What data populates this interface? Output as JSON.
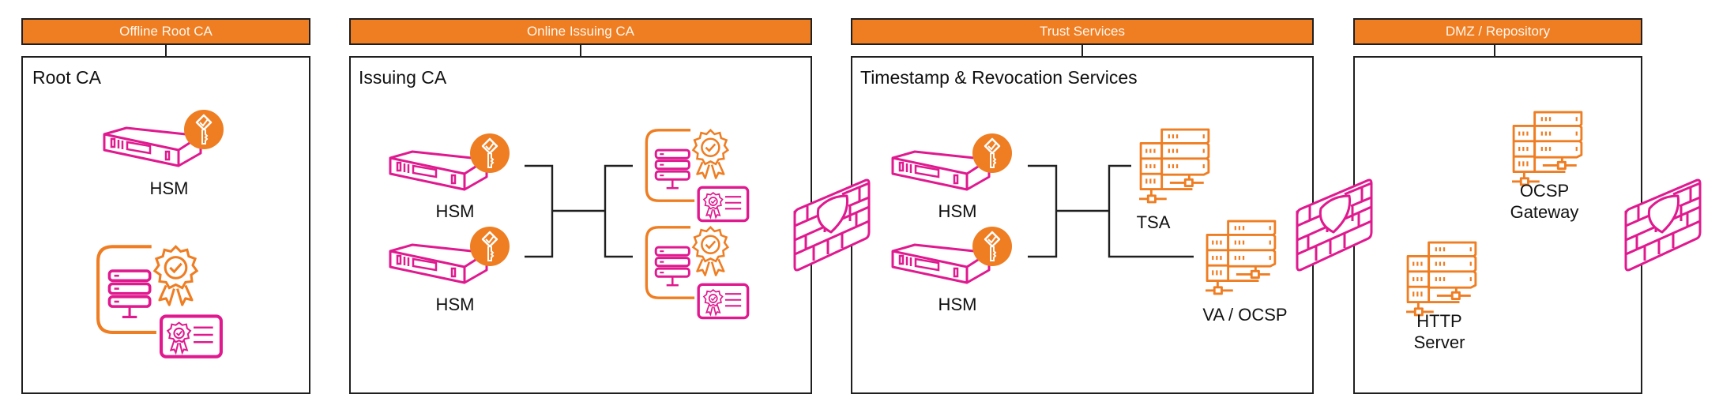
{
  "colors": {
    "header_fill": "#ef7d22",
    "accent_orange": "#ef7d22",
    "accent_magenta": "#e0198f",
    "line": "#1f1f1f"
  },
  "zones": [
    {
      "header": "Offline Root CA",
      "title": "Root CA",
      "nodes": [
        {
          "label": "HSM",
          "icon": "hsm-key-icon"
        },
        {
          "label": "",
          "icon": "certificate-authority-icon"
        }
      ]
    },
    {
      "header": "Online Issuing CA",
      "title": "Issuing CA",
      "nodes": [
        {
          "label": "HSM",
          "icon": "hsm-key-icon"
        },
        {
          "label": "HSM",
          "icon": "hsm-key-icon"
        },
        {
          "label": "",
          "icon": "certificate-authority-icon"
        },
        {
          "label": "",
          "icon": "certificate-authority-icon"
        }
      ]
    },
    {
      "header": "Trust Services",
      "title": "Timestamp & Revocation Services",
      "nodes": [
        {
          "label": "HSM",
          "icon": "hsm-key-icon"
        },
        {
          "label": "HSM",
          "icon": "hsm-key-icon"
        },
        {
          "label": "TSA",
          "icon": "server-rack-icon"
        },
        {
          "label": "VA / OCSP",
          "icon": "server-rack-icon"
        }
      ]
    },
    {
      "header": "DMZ / Repository",
      "title": "",
      "nodes": [
        {
          "label": "OCSP Gateway",
          "lines": [
            "OCSP",
            "Gateway"
          ],
          "icon": "server-rack-icon"
        },
        {
          "label": "HTTP Server",
          "lines": [
            "HTTP",
            "Server"
          ],
          "icon": "server-rack-icon"
        }
      ]
    }
  ],
  "firewalls": [
    {
      "icon": "firewall-shield-icon",
      "between": "Online Issuing CA | Trust Services"
    },
    {
      "icon": "firewall-shield-icon",
      "between": "Trust Services | DMZ / Repository"
    },
    {
      "icon": "firewall-shield-icon",
      "between": "DMZ / Repository | outside"
    }
  ]
}
